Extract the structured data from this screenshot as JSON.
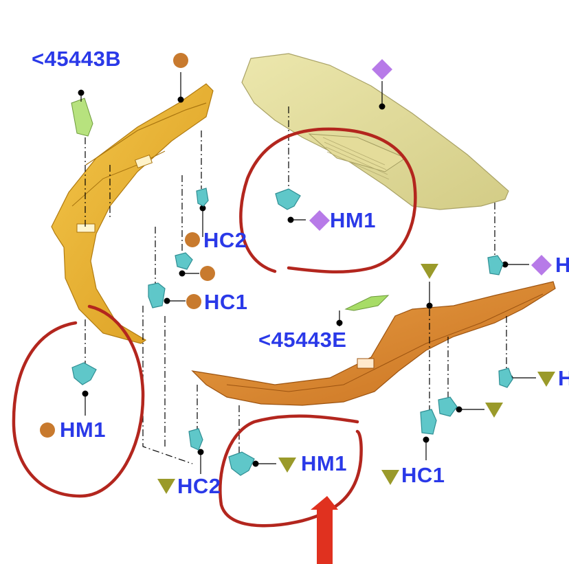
{
  "labels": {
    "part_45443b": "<45443B",
    "part_45443e": "<45443E",
    "hm1_top": "HM1",
    "hm1_left": "HM1",
    "hm1_bottom": "HM1",
    "hc2_left": "HC2",
    "hc2_bottom": "HC2",
    "hc1_left": "HC1",
    "hc1_right": "HC1",
    "clipped_right_1": "H",
    "clipped_right_2": "H"
  },
  "colors": {
    "label_text": "#2a39e8",
    "circle_marker": "#c87a2e",
    "diamond_marker": "#b77ae8",
    "triangle_marker": "#9a9a2a",
    "annotation_red": "#b3261e",
    "arrow_red": "#e0311f",
    "clip_teal": "#5fc7c9",
    "trim_yellow": "#e8b22e",
    "trim_orange": "#d9862b",
    "trim_beige": "#e2dc9b",
    "bracket_green": "#a8db6a"
  },
  "marker_legend": {
    "circle": "circle-marker",
    "diamond": "diamond-marker",
    "triangle": "triangle-marker"
  }
}
